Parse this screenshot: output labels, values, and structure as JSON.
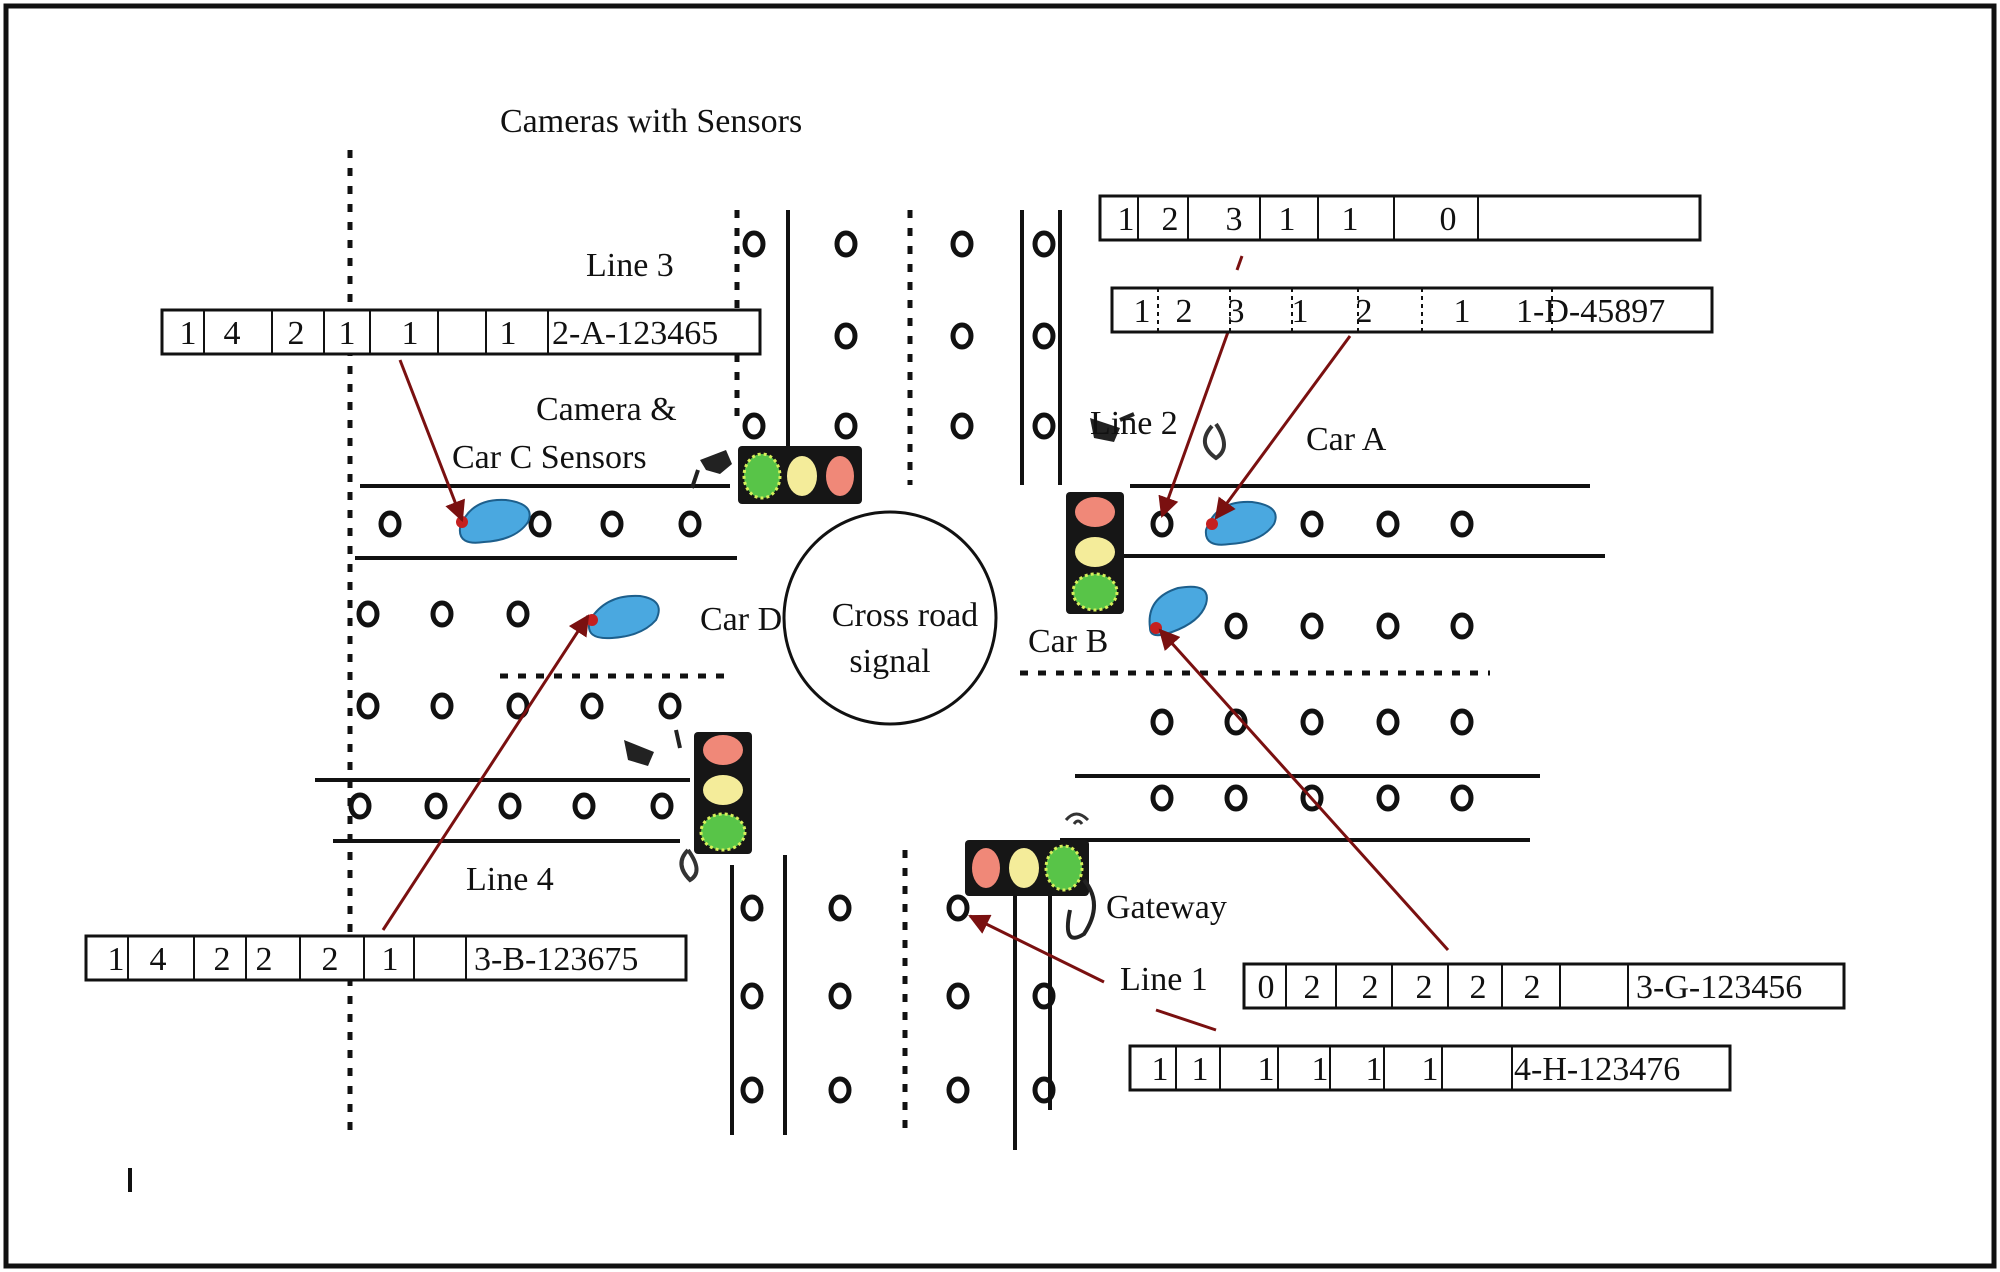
{
  "labels": {
    "title": "Cameras with Sensors",
    "line3": "Line 3",
    "line2": "Line 2",
    "line4": "Line 4",
    "line1": "Line 1",
    "camera_sensors_1": "Camera &",
    "camera_sensors_2": "Car C Sensors",
    "car_a": "Car A",
    "car_b": "Car B",
    "car_d": "Car D",
    "signal_1": "Cross road",
    "signal_2": "signal",
    "gateway": "Gateway"
  },
  "records": [
    {
      "id": "rec-top-right",
      "cells": [
        "1",
        "2",
        "3",
        "1",
        "1",
        "",
        "0",
        ""
      ]
    },
    {
      "id": "rec-car-a",
      "cells": [
        "1",
        "2",
        "3",
        "1",
        "2",
        "",
        "1",
        "1-D-45897"
      ]
    },
    {
      "id": "rec-line3",
      "cells": [
        "1",
        "4",
        "2",
        "1",
        "1",
        "",
        "1",
        "2-A-123465"
      ]
    },
    {
      "id": "rec-line4",
      "cells": [
        "1",
        "4",
        "2",
        "2",
        "2",
        "1",
        "",
        "3-B-123675"
      ]
    },
    {
      "id": "rec-car-b",
      "cells": [
        "0",
        "2",
        "2",
        "2",
        "2",
        "2",
        "",
        "3-G-123456"
      ]
    },
    {
      "id": "rec-line1",
      "cells": [
        "1",
        "1",
        "1",
        "1",
        "1",
        "1",
        "",
        "4-H-123476"
      ]
    }
  ],
  "colors": {
    "arrow": "#7a1010",
    "car": "#4aa8e0",
    "light_red": "#f08878",
    "light_yellow": "#f4ec9a",
    "light_green": "#58c448",
    "light_housing": "#161616"
  }
}
